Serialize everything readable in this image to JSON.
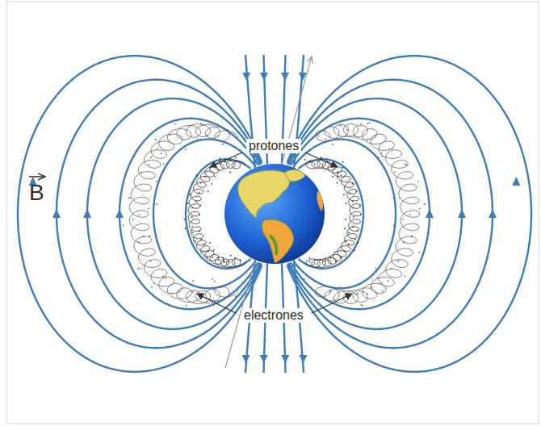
{
  "diagram": {
    "labels": [
      "B",
      "protones",
      "electrones"
    ]
  }
}
